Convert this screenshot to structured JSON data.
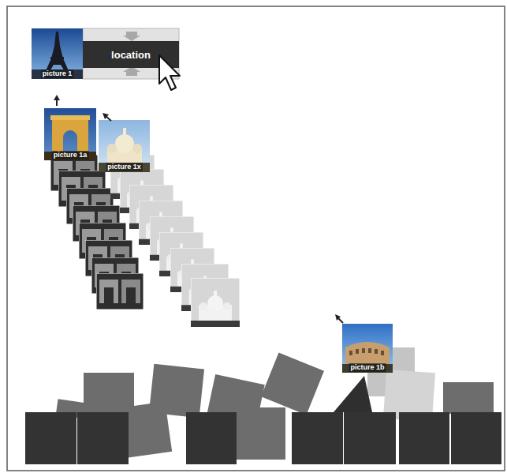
{
  "diagram": {
    "nodes": [
      {
        "text": [
          "picture 1"
        ]
      },
      {
        "text": [
          "location"
        ]
      },
      {
        "text": [
          "picture 1a"
        ]
      },
      {
        "text": [
          "picture 1x"
        ]
      },
      {
        "text": [
          "picture 1b"
        ]
      }
    ]
  }
}
